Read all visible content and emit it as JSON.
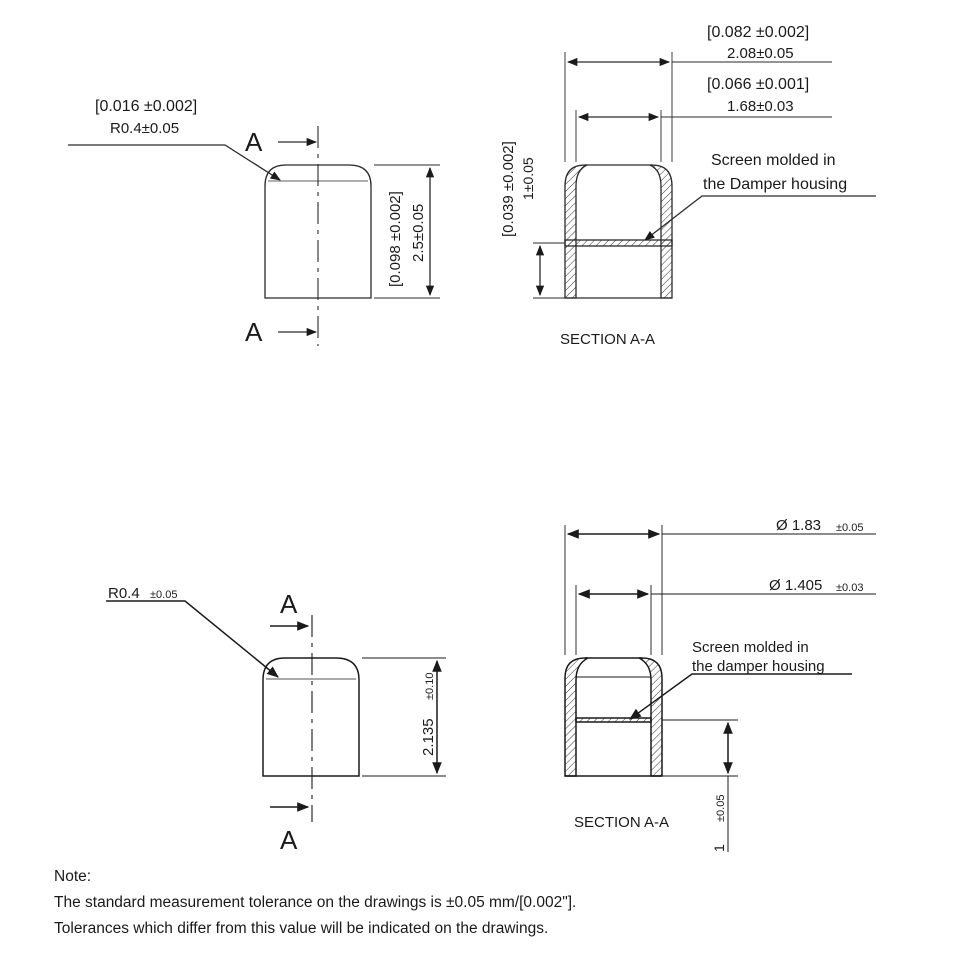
{
  "top_left_view": {
    "radius_inch": "[0.016 ±0.002]",
    "radius_mm": "R0.4±0.05",
    "section_label_top": "A",
    "section_label_bottom": "A",
    "height_inch": "[0.098 ±0.002]",
    "height_mm": "2.5±0.05"
  },
  "top_right_view": {
    "outer_width_inch": "[0.082 ±0.002]",
    "outer_width_mm": "2.08±0.05",
    "inner_width_inch": "[0.066 ±0.001]",
    "inner_width_mm": "1.68±0.03",
    "screen_height_inch": "[0.039 ±0.002]",
    "screen_height_mm": "1±0.05",
    "callout_line1": "Screen molded in",
    "callout_line2": "the Damper housing",
    "caption": "SECTION A-A"
  },
  "bottom_left_view": {
    "radius_mm": "R0.4",
    "radius_tol": "±0.05",
    "section_label_top": "A",
    "section_label_bottom": "A",
    "height_mm": "2.135",
    "height_tol": "±0.10"
  },
  "bottom_right_view": {
    "outer_diameter": "Ø 1.83",
    "outer_diameter_tol": "±0.05",
    "inner_diameter": "Ø 1.405",
    "inner_diameter_tol": "±0.03",
    "callout_line1": "Screen molded in",
    "callout_line2": "the damper housing",
    "screen_height_tol": "±0.05",
    "screen_height_value": "1",
    "caption": "SECTION A-A"
  },
  "note": {
    "title": "Note:",
    "line1": "The standard measurement tolerance on the drawings is ±0.05 mm/[0.002\"].",
    "line2": "Tolerances which differ from this value will be indicated on the drawings."
  }
}
